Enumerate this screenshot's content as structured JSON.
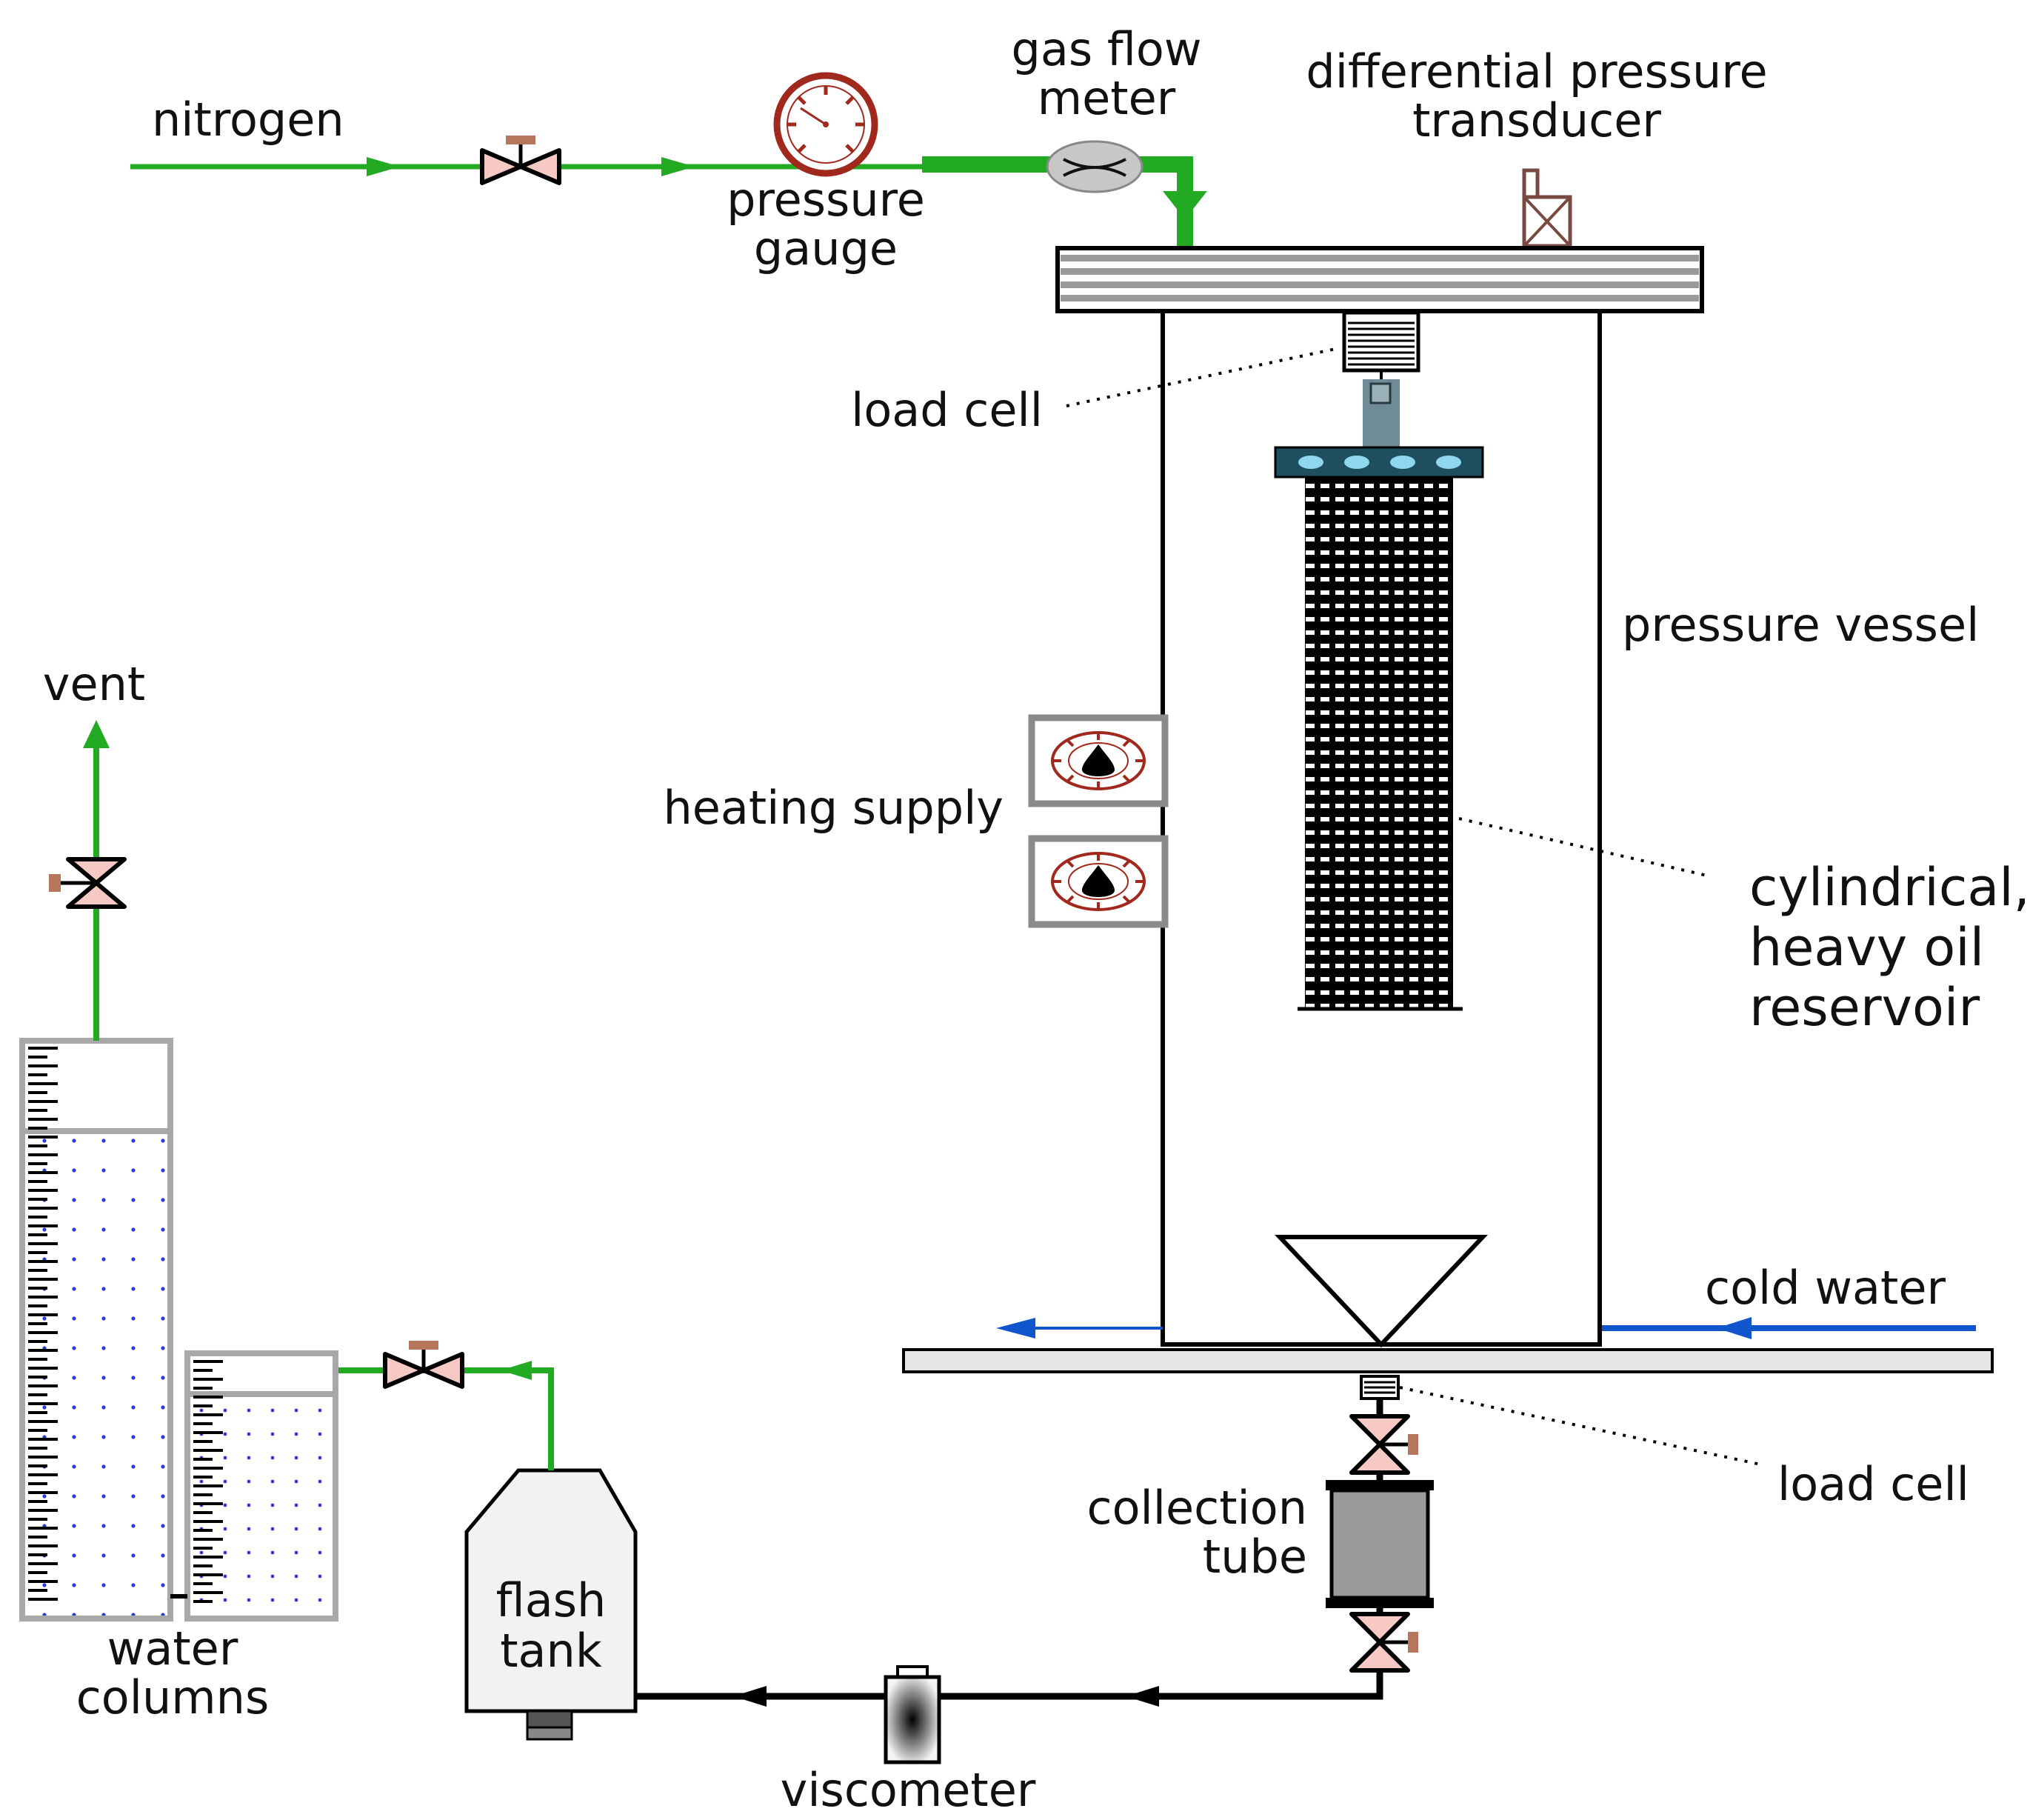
{
  "colors": {
    "gas_line": "#22aa22",
    "water_line": "#1155cc",
    "liquid_line": "#111111",
    "valve_fill": "#f6c9c4",
    "valve_handle": "#b5765c",
    "gauge_red": "#a0281c",
    "panel_grey": "#8a8a8a",
    "platform_grey": "#e6e6e6",
    "bracket_teal": "#1d4f5e",
    "rod_grey": "#6f8c96",
    "water_dots": "#2b3bd6",
    "transducer_brown": "#7a4a42"
  },
  "labels": {
    "nitrogen": "nitrogen",
    "pressure_gauge_1": "pressure",
    "pressure_gauge_2": "gauge",
    "gas_flow_meter_1": "gas flow",
    "gas_flow_meter_2": "meter",
    "dp_transducer_1": "differential pressure",
    "dp_transducer_2": "transducer",
    "load_cell_top": "load cell",
    "pressure_vessel": "pressure vessel",
    "heating_supply": "heating supply",
    "reservoir_1": "cylindrical,",
    "reservoir_2": "heavy oil",
    "reservoir_3": "reservoir",
    "vent": "vent",
    "cold_water": "cold water",
    "load_cell_bottom": "load cell",
    "collection_tube_1": "collection",
    "collection_tube_2": "tube",
    "water_columns_1": "water",
    "water_columns_2": "columns",
    "flash_tank_1": "flash",
    "flash_tank_2": "tank",
    "viscometer": "viscometer"
  }
}
